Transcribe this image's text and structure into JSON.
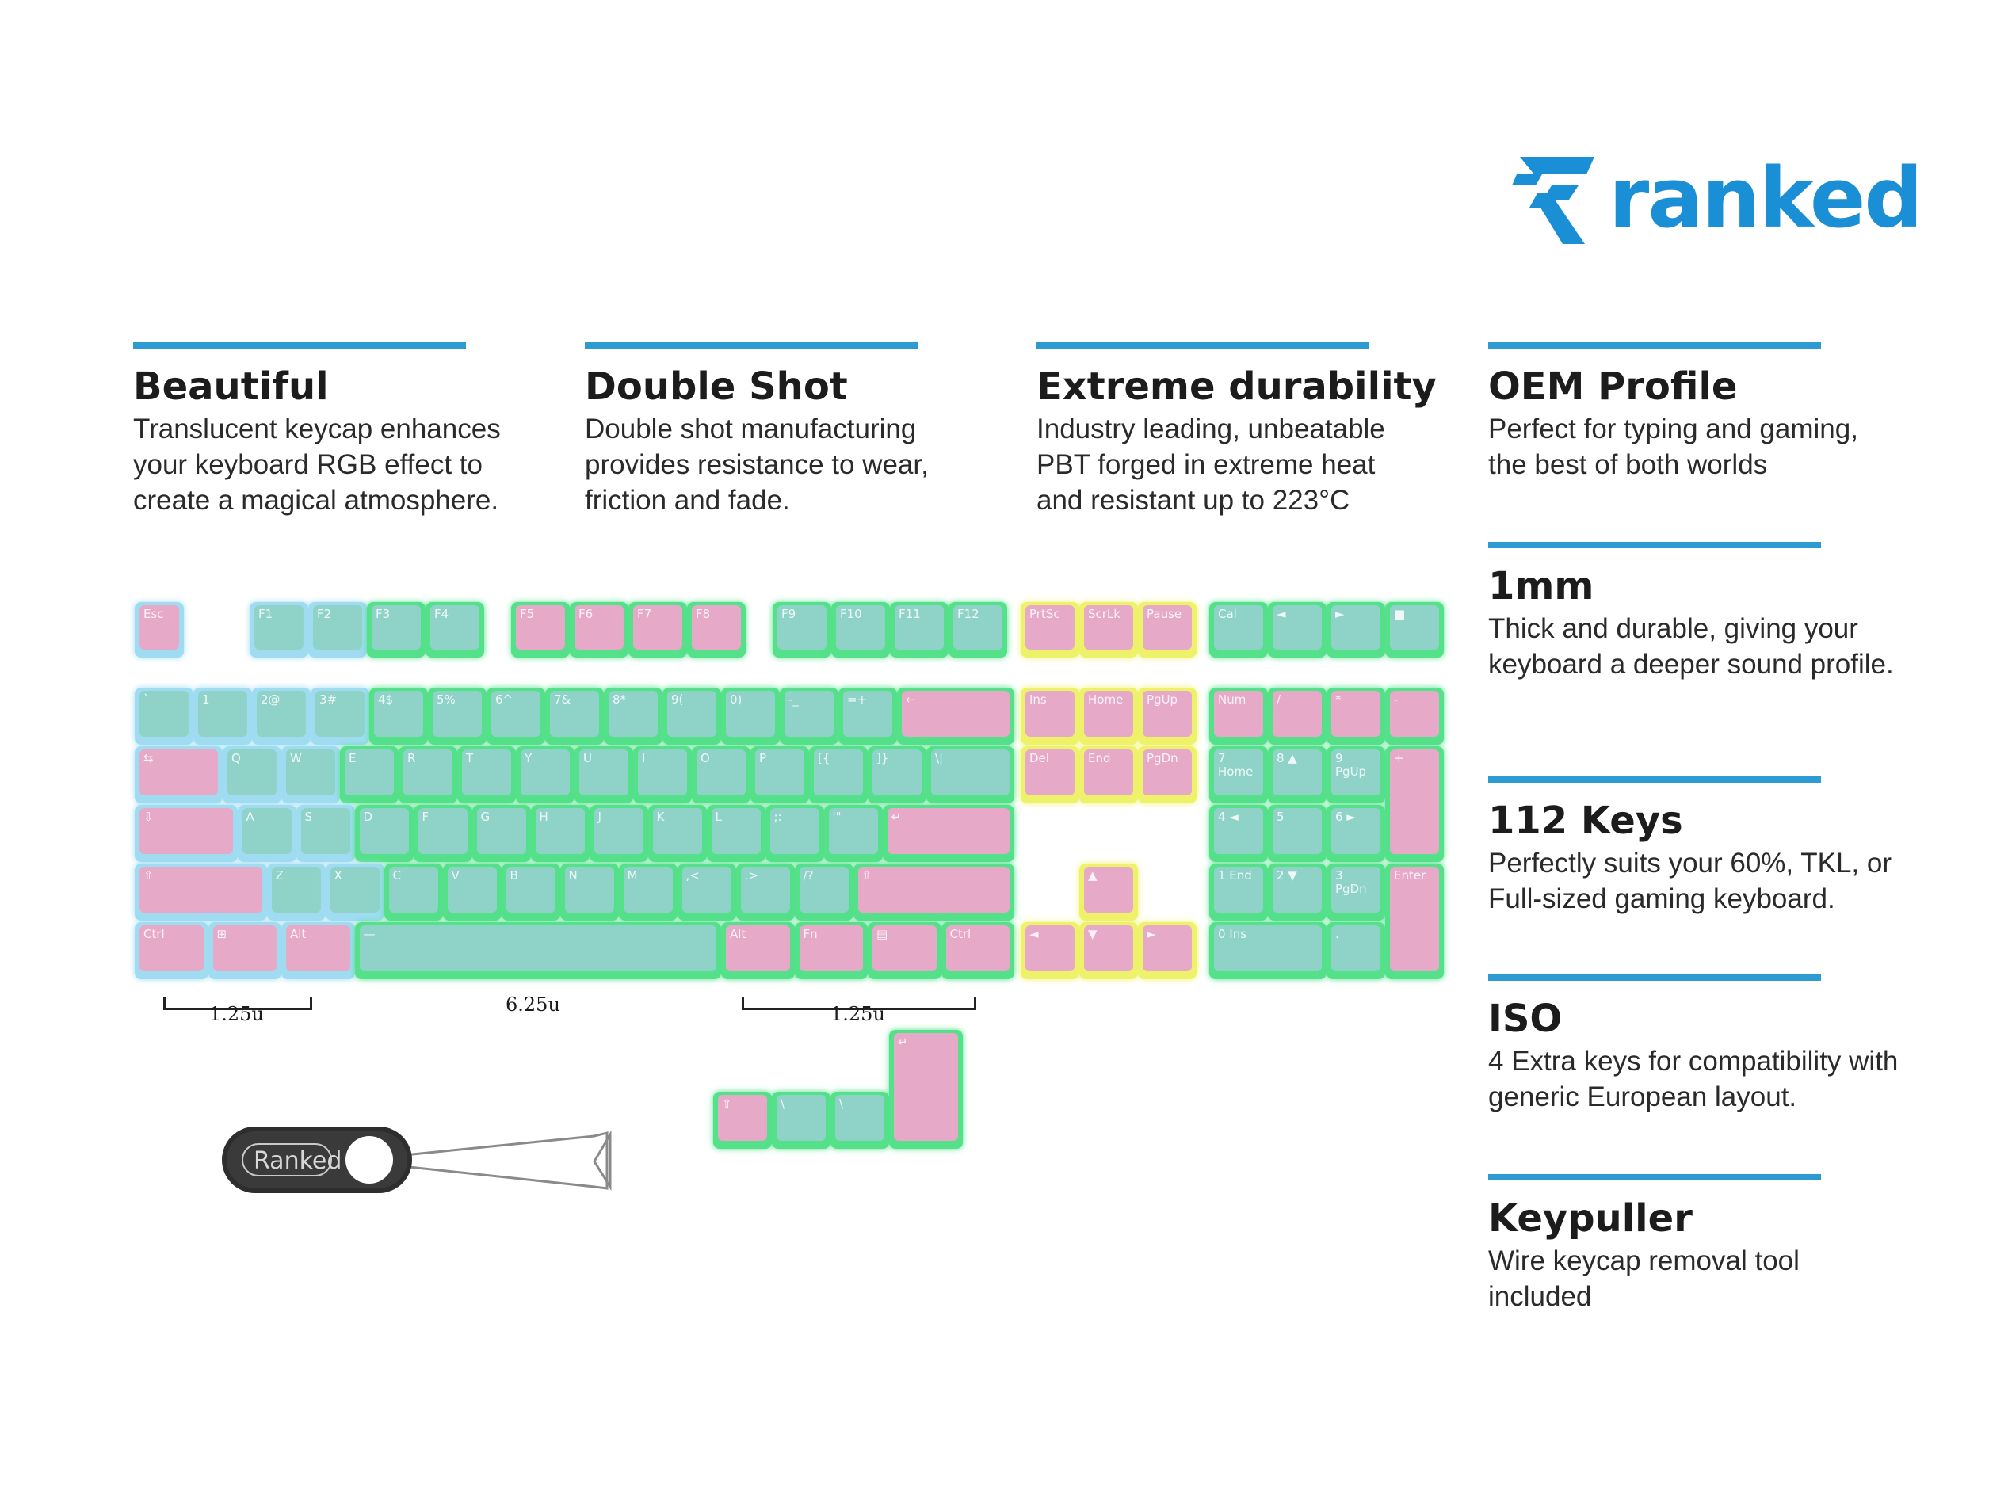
{
  "brand": {
    "name": "ranked",
    "color": "#1a8fd6",
    "icon": "ranked-r-logo-icon"
  },
  "accent_color": "#2b9bd2",
  "features": [
    {
      "title": "Beautiful",
      "text": "Translucent keycap enhances your keyboard RGB effect to create a magical atmosphere."
    },
    {
      "title": "Double Shot",
      "text": "Double shot manufacturing provides resistance to wear, friction and fade."
    },
    {
      "title": "Extreme durability",
      "text": "Industry leading, unbeatable PBT forged in extreme heat and resistant up to 223°C"
    },
    {
      "title": "OEM Profile",
      "text": "Perfect for typing and gaming, the best of both worlds"
    },
    {
      "title": "1mm",
      "text": "Thick and durable, giving your keyboard a deeper sound profile."
    },
    {
      "title": "112 Keys",
      "text": "Perfectly suits your 60%, TKL, or Full-sized gaming keyboard."
    },
    {
      "title": "ISO",
      "text": "4 Extra keys for compatibility with generic European layout."
    },
    {
      "title": "Keypuller",
      "text": "Wire keycap removal tool included"
    }
  ],
  "dimensions": {
    "left": "1.25u",
    "space": "6.25u",
    "right": "1.25u"
  },
  "keypuller": {
    "label": "Ranked"
  },
  "colors": {
    "pink": "#e6a9c8",
    "mint": "#8fd3c8",
    "glow_blue": "#9fdcf2",
    "glow_green": "#55e08a",
    "glow_yellow": "#eef26a"
  },
  "keyboard_labels": {
    "fn_row": [
      "Esc",
      "F1",
      "F2",
      "F3",
      "F4",
      "F5",
      "F6",
      "F7",
      "F8",
      "F9",
      "F10",
      "F11",
      "F12",
      "PrtSc",
      "ScrLk",
      "Pause",
      "Cal",
      "◄",
      "►",
      "■"
    ],
    "num_row": [
      "`",
      "1",
      "2@",
      "3#",
      "4$",
      "5%",
      "6^",
      "7&",
      "8*",
      "9(",
      "0)",
      "-_",
      "=+",
      "←"
    ],
    "nav_top": [
      "Ins",
      "Home",
      "PgUp",
      "Del",
      "End",
      "PgDn"
    ],
    "numpad": [
      "Num",
      "/",
      "*",
      "-",
      "7 Home",
      "8 ▲",
      "9 PgUp",
      "+",
      "4 ◄",
      "5",
      "6 ►",
      "1 End",
      "2 ▼",
      "3 PgDn",
      "Enter",
      "0 Ins",
      "."
    ],
    "tab_row": [
      "⇆",
      "Q",
      "W",
      "E",
      "R",
      "T",
      "Y",
      "U",
      "I",
      "O",
      "P",
      "[{",
      "]}",
      "\\|"
    ],
    "caps_row": [
      "⇩",
      "A",
      "S",
      "D",
      "F",
      "G",
      "H",
      "J",
      "K",
      "L",
      ";:",
      "'\"",
      "↵"
    ],
    "shift_row": [
      "⇧",
      "Z",
      "X",
      "C",
      "V",
      "B",
      "N",
      "M",
      ",<",
      ".>",
      "/?",
      "⇧"
    ],
    "bottom_row": [
      "Ctrl",
      "⊞",
      "Alt",
      "—",
      "Alt",
      "Fn",
      "▤",
      "Ctrl"
    ],
    "arrows": [
      "▲",
      "◄",
      "▼",
      "►"
    ],
    "iso": [
      "⇧",
      "\\",
      "\\",
      "↵"
    ]
  }
}
